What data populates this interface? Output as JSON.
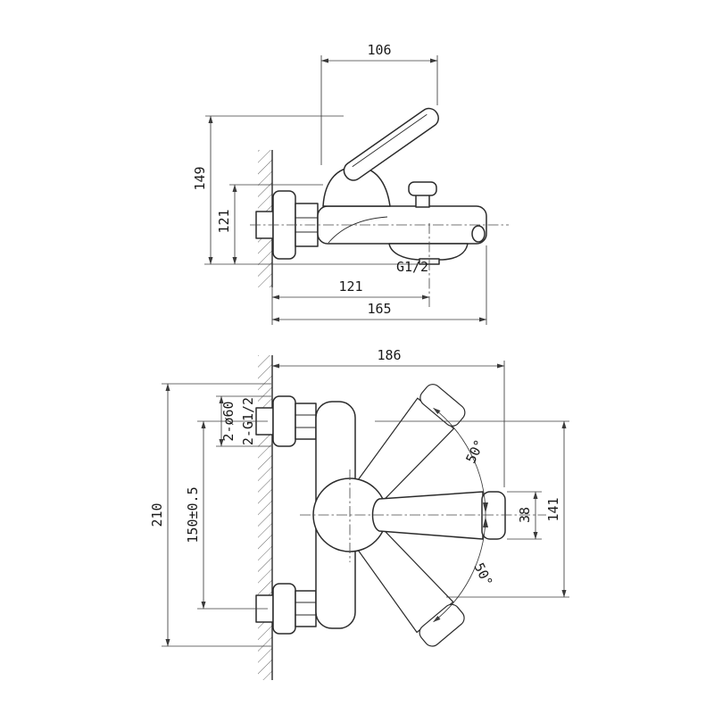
{
  "side_view": {
    "dim_handle_span": "106",
    "dim_height_total": "149",
    "dim_height_upper": "121",
    "outlet_thread": "G1/2",
    "dim_wall_to_outlet": "121",
    "dim_total_reach": "165"
  },
  "front_view": {
    "dim_total_width": "186",
    "flange_spec": "2-ø60",
    "inlet_thread_spec": "2-G1/2",
    "dim_overall_height": "210",
    "dim_inlet_spacing": "150±0.5",
    "angle_up": "50°",
    "angle_down": "50°",
    "dim_handle_end_height": "38",
    "dim_swing_reach": "141"
  },
  "colors": {
    "background": "#ffffff",
    "outline": "#2b2b2b",
    "dimension": "#3b3b3b",
    "text": "#1a1a1a"
  }
}
